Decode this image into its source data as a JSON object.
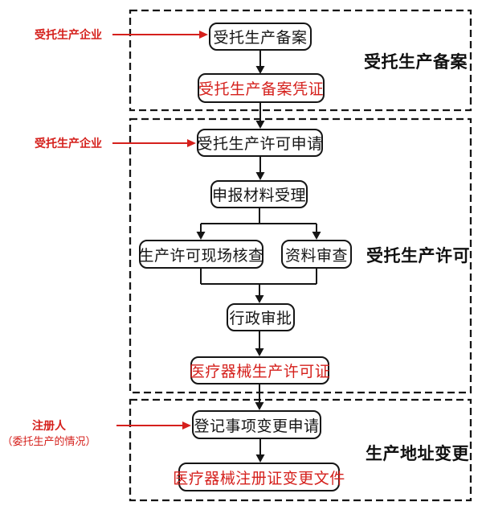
{
  "diagram": {
    "title_context": "entrusted-medical-device-production-flowchart",
    "colors": {
      "red": "#d5201c",
      "line_black": "#151515"
    },
    "sections": [
      {
        "label": "受托生产备案"
      },
      {
        "label": "受托生产许可"
      },
      {
        "label": "生产地址变更"
      }
    ],
    "nodes": [
      {
        "label": "受托生产备案"
      },
      {
        "label": "受托生产备案凭证"
      },
      {
        "label": "受托生产许可申请"
      },
      {
        "label": "申报材料受理"
      },
      {
        "label": "生产许可现场核查"
      },
      {
        "label": "资料审查"
      },
      {
        "label": "行政审批"
      },
      {
        "label": "医疗器械生产许可证"
      },
      {
        "label": "登记事项变更申请"
      },
      {
        "label": "医疗器械注册证变更文件"
      }
    ],
    "annotations": [
      {
        "label": "受托生产企业"
      },
      {
        "label": "受托生产企业"
      },
      {
        "label": "注册人",
        "sublabel": "（委托生产的情况）"
      }
    ]
  }
}
